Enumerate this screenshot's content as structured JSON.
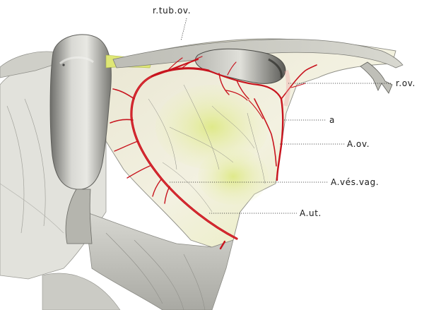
{
  "labels": {
    "r_tub_ov": "r.tub.ov.",
    "r_ov": "r.ov.",
    "a": "a",
    "a_ov": "A.ov.",
    "a_ves_vag": "A.vés.vag.",
    "a_ut": "A.ut."
  },
  "colors": {
    "artery": "#c8141e",
    "background": "#ffffff",
    "tissue": "#efece0",
    "tissue_shadow": "#8d8d86",
    "ligament_yellow": "#e4ea9a",
    "ligament_green": "#cfe06a",
    "label_text": "#1a1a1a"
  }
}
